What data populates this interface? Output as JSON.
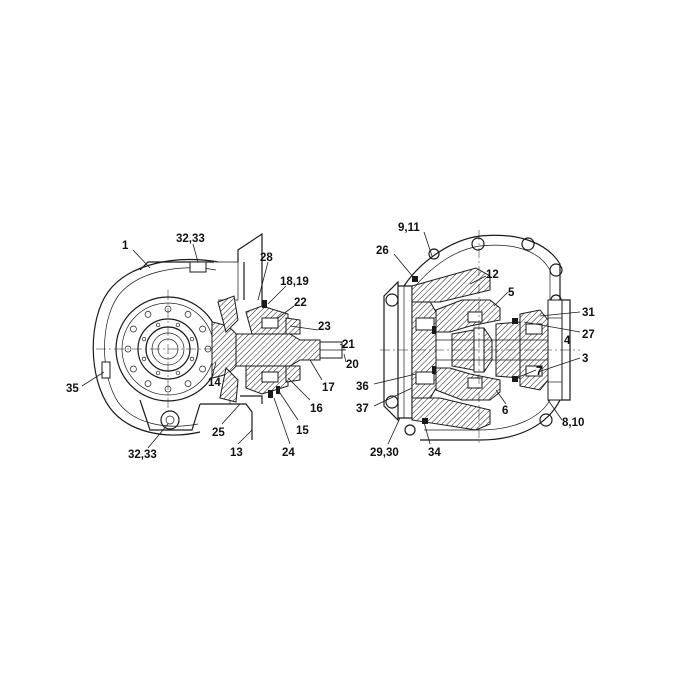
{
  "diagram": {
    "left_view_callouts": [
      "1",
      "32,33",
      "28",
      "18,19",
      "22",
      "23",
      "21",
      "20",
      "17",
      "16",
      "15",
      "24",
      "13",
      "25",
      "14",
      "35",
      "32,33"
    ],
    "right_view_callouts": [
      "9,11",
      "26",
      "12",
      "5",
      "31",
      "27",
      "4",
      "3",
      "7",
      "6",
      "8,10",
      "34",
      "29,30",
      "37",
      "36"
    ]
  }
}
